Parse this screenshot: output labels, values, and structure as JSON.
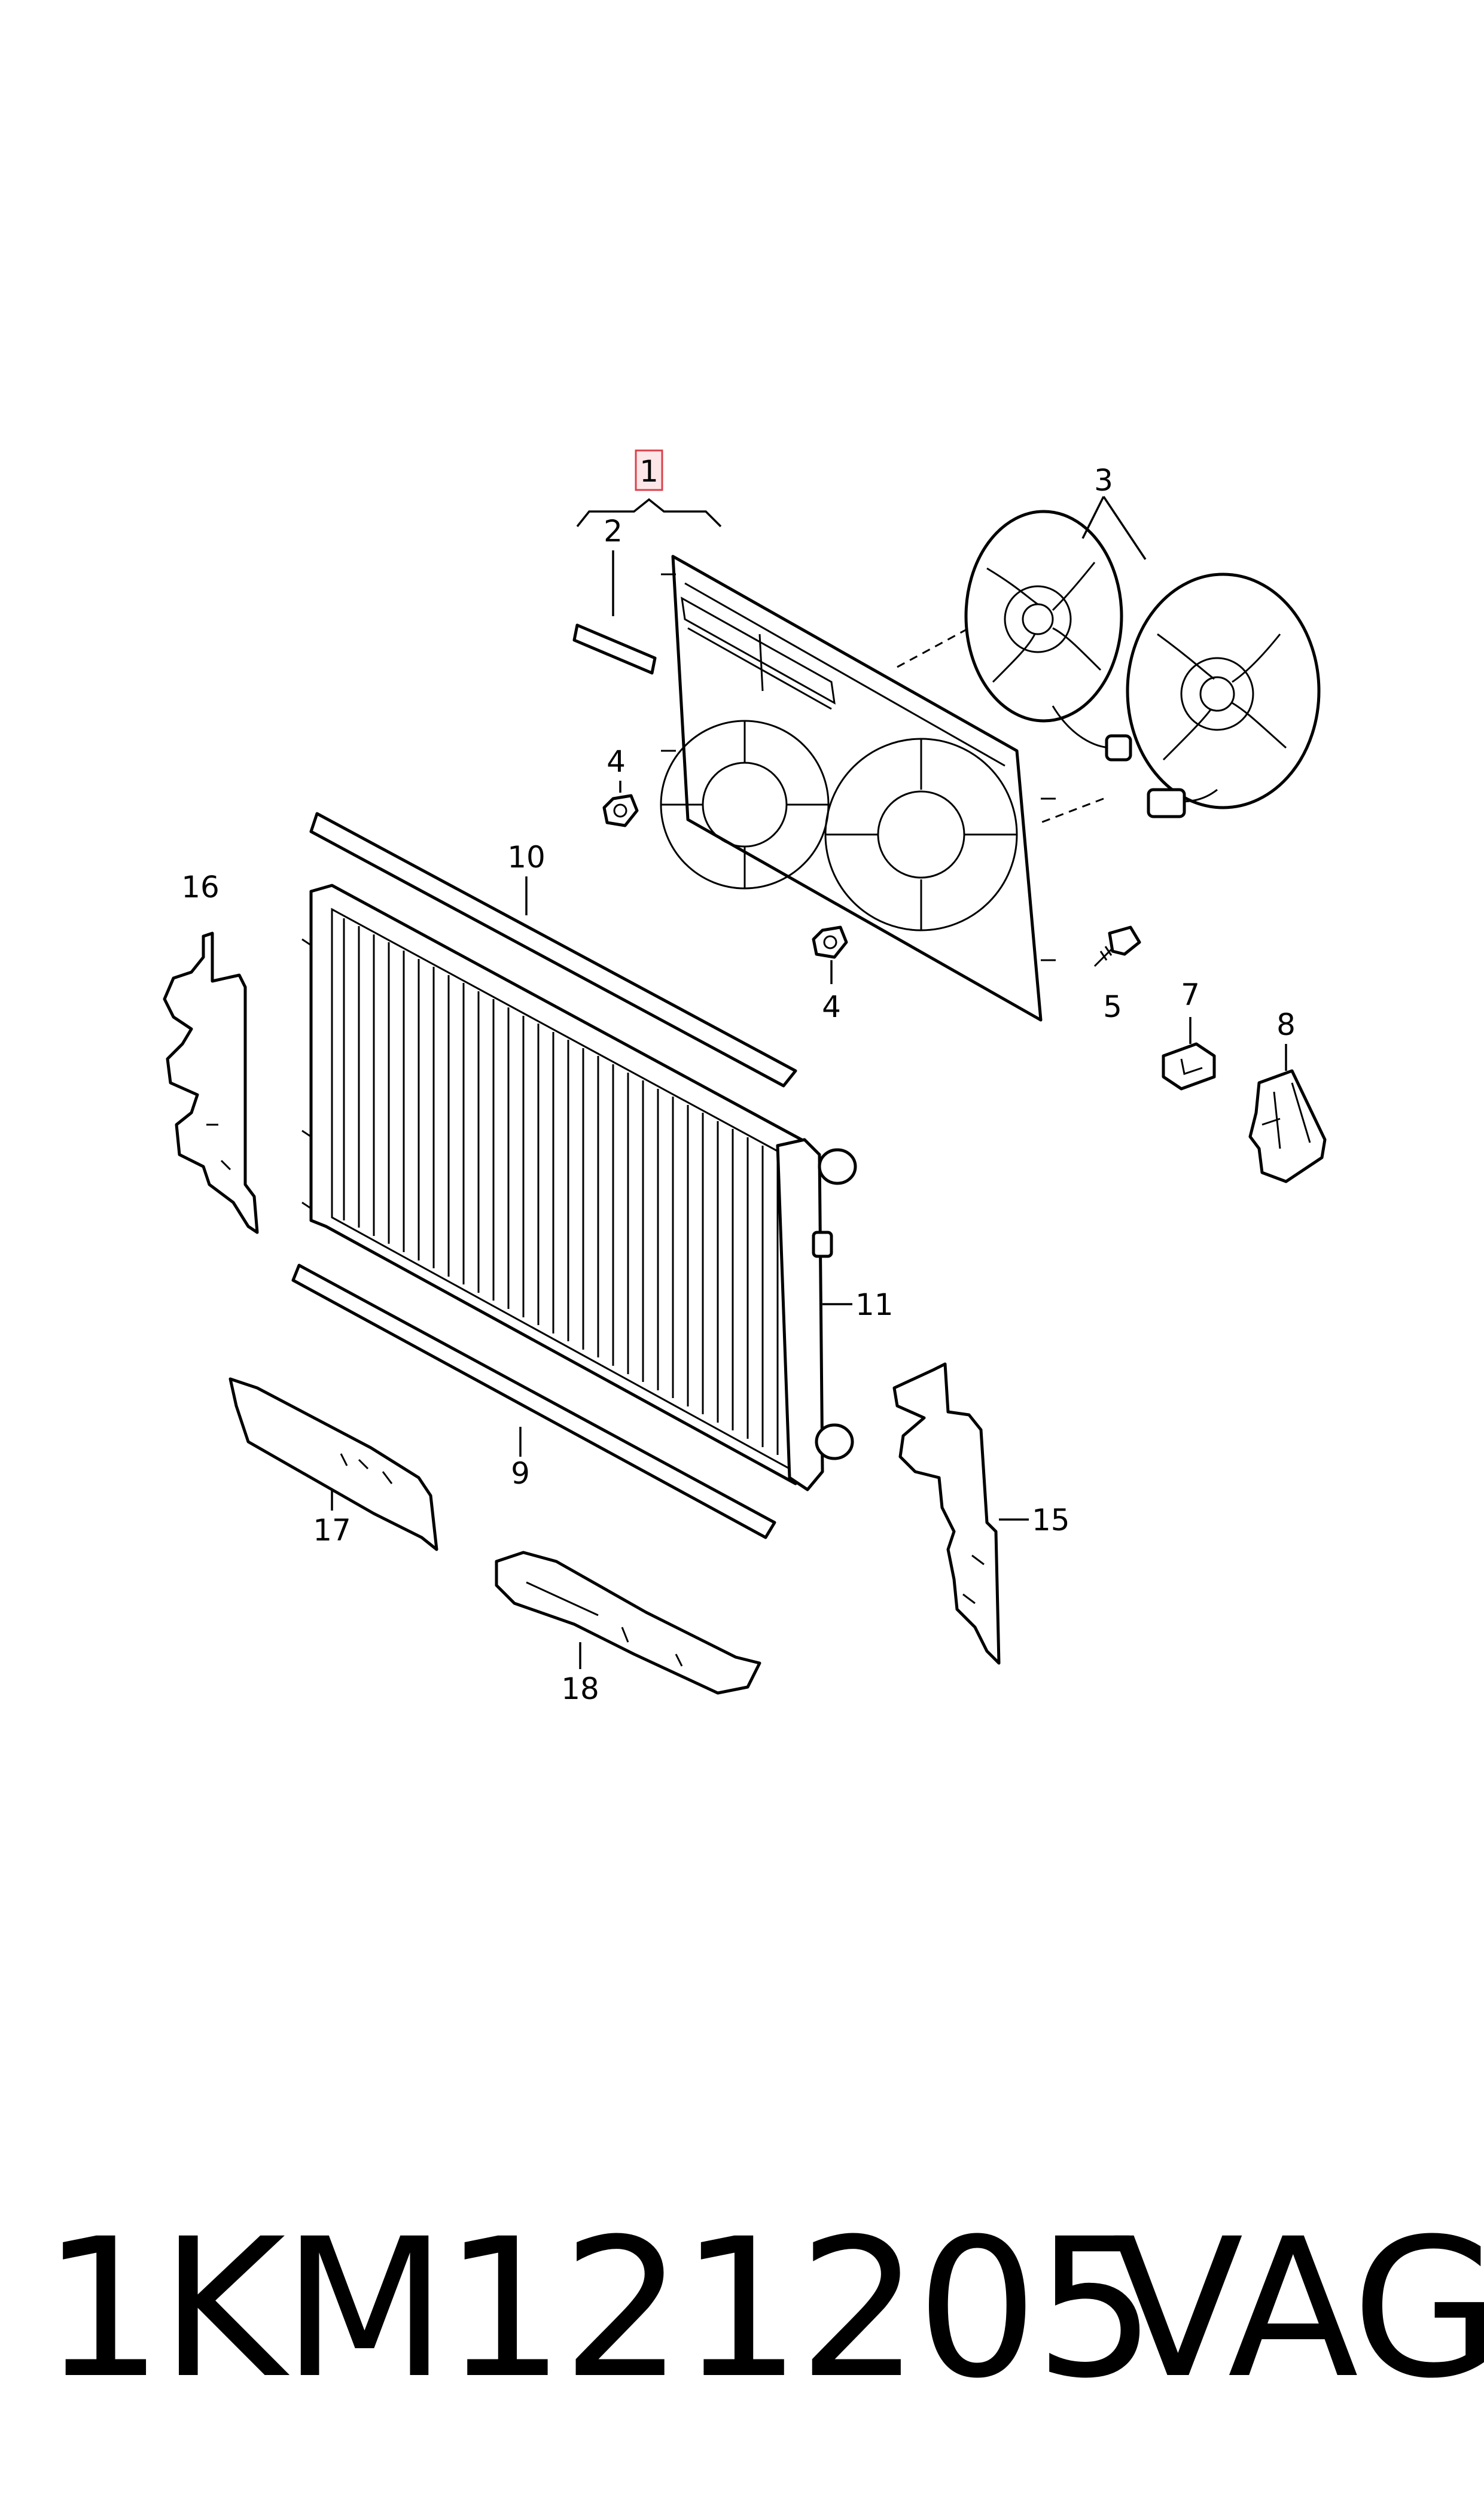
{
  "callouts": [
    "1",
    "2",
    "3",
    "4",
    "4",
    "5",
    "7",
    "8",
    "10",
    "11",
    "9",
    "16",
    "17",
    "18",
    "15"
  ],
  "caption": {
    "part_number": "1KM121205",
    "brand": "VAG"
  },
  "colors": {
    "line": "#000000",
    "highlight_border": "#d9414b",
    "highlight_fill": "#fde6e8"
  }
}
